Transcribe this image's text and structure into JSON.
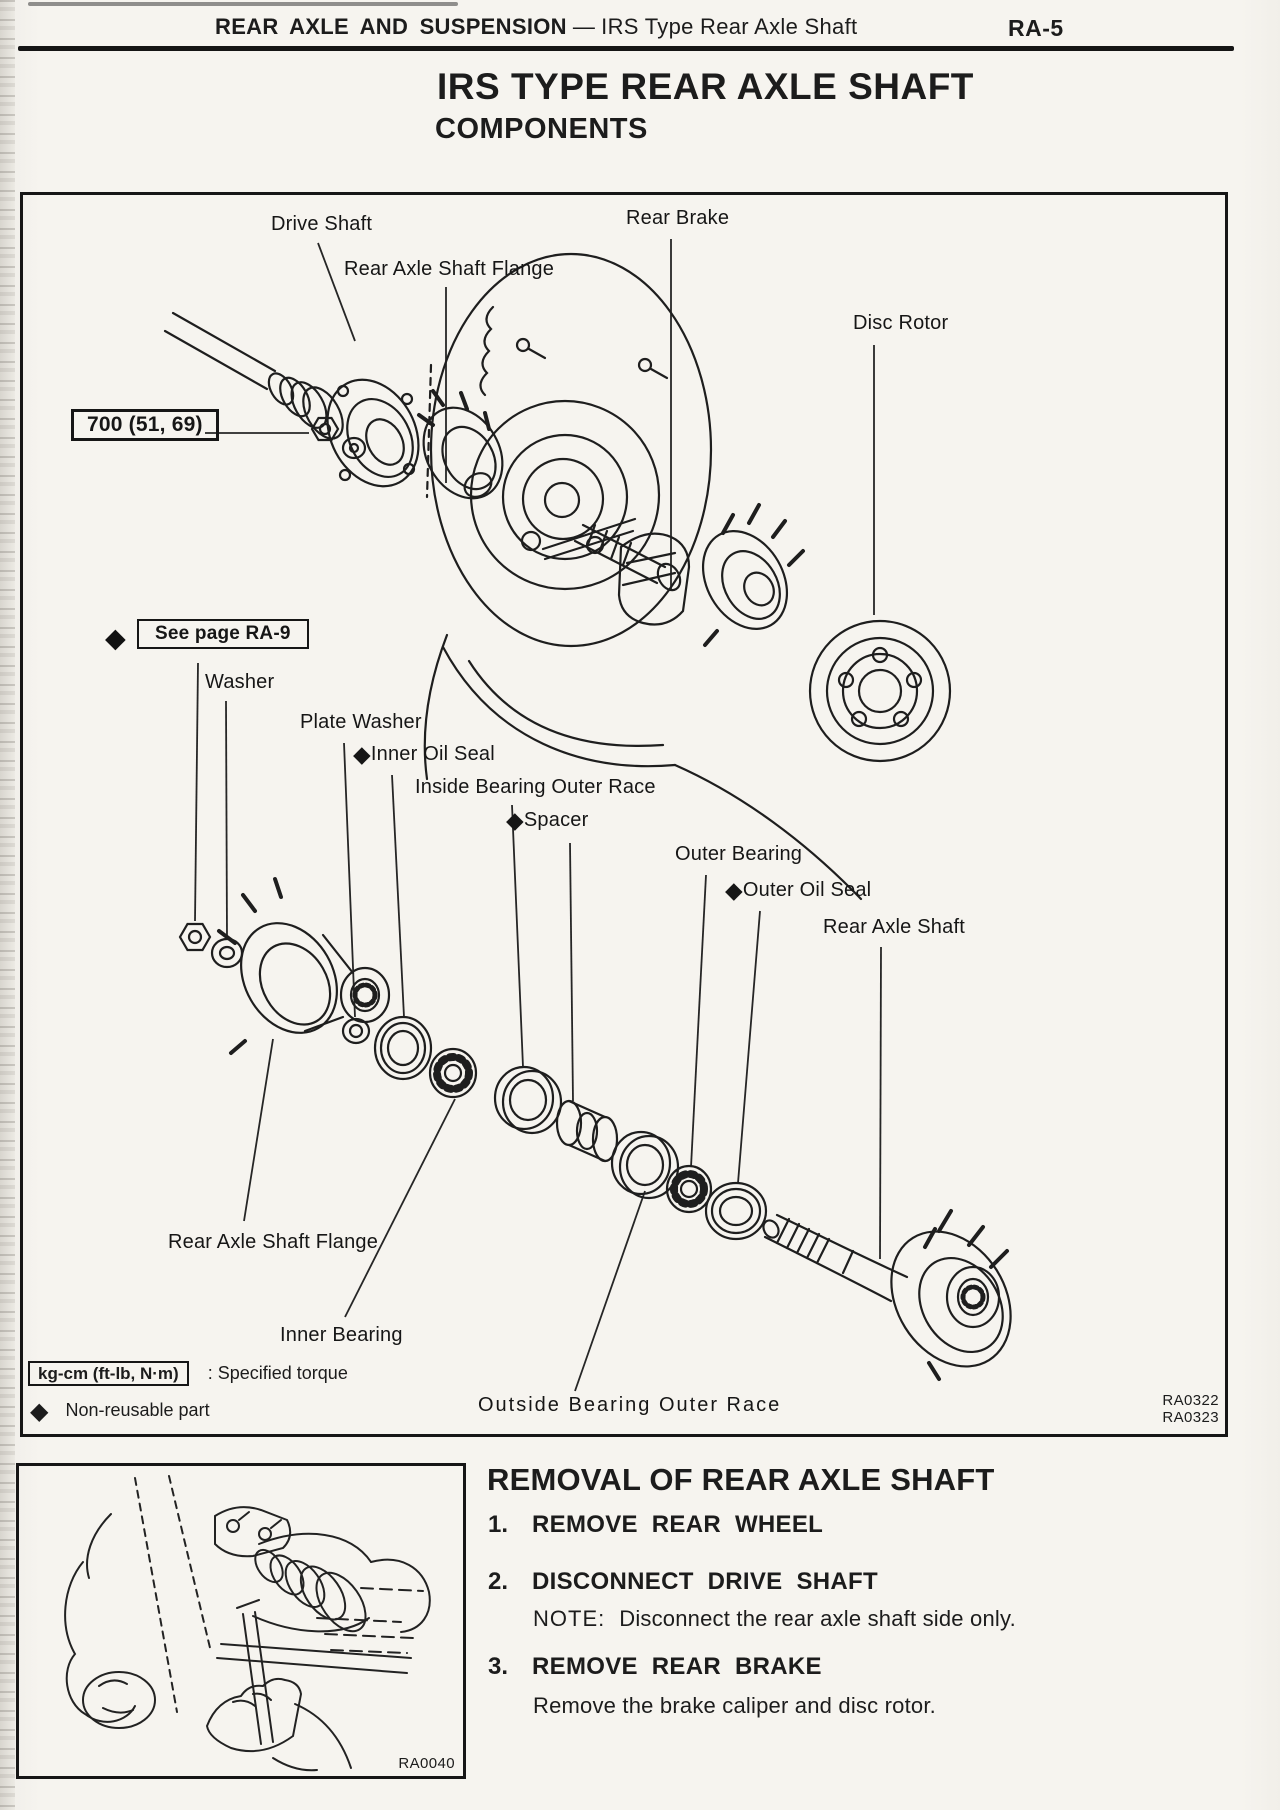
{
  "colors": {
    "ink": "#1c1c1c",
    "paper": "#f5f3ee"
  },
  "header": {
    "section": "REAR AXLE AND SUSPENSION",
    "separator": "—",
    "subsection": "IRS Type Rear Axle Shaft",
    "page_code": "RA-5"
  },
  "title": "IRS TYPE REAR AXLE SHAFT",
  "subtitle": "COMPONENTS",
  "diagram": {
    "torque_value": "700 (51, 69)",
    "see_page": "See page RA-9",
    "diamond": "◆",
    "labels": {
      "drive_shaft": "Drive Shaft",
      "rear_axle_shaft_flange_top": "Rear Axle Shaft Flange",
      "rear_brake": "Rear Brake",
      "disc_rotor": "Disc Rotor",
      "washer": "Washer",
      "plate_washer": "Plate Washer",
      "inner_oil_seal": "Inner Oil Seal",
      "inside_bearing_outer_race": "Inside Bearing Outer Race",
      "spacer": "Spacer",
      "outer_bearing": "Outer Bearing",
      "outer_oil_seal": "Outer Oil Seal",
      "rear_axle_shaft": "Rear Axle Shaft",
      "rear_axle_shaft_flange_bottom": "Rear Axle Shaft Flange",
      "inner_bearing": "Inner Bearing",
      "outside_bearing_outer_race": "Outside Bearing Outer Race"
    },
    "legend": {
      "torque_unit_box": "kg-cm (ft-lb, N·m)",
      "torque_meaning": ":  Specified torque",
      "nonreusable": "Non-reusable part"
    },
    "figure_codes": [
      "RA0322",
      "RA0323"
    ]
  },
  "procedure": {
    "heading": "REMOVAL OF REAR AXLE SHAFT",
    "steps": [
      {
        "number": "1.",
        "title": "REMOVE REAR WHEEL"
      },
      {
        "number": "2.",
        "title": "DISCONNECT DRIVE SHAFT",
        "note_label": "NOTE:",
        "note_text": "Disconnect the rear axle shaft side only."
      },
      {
        "number": "3.",
        "title": "REMOVE REAR BRAKE",
        "note_text": "Remove the brake caliper and disc rotor."
      }
    ],
    "figure_code": "RA0040"
  }
}
